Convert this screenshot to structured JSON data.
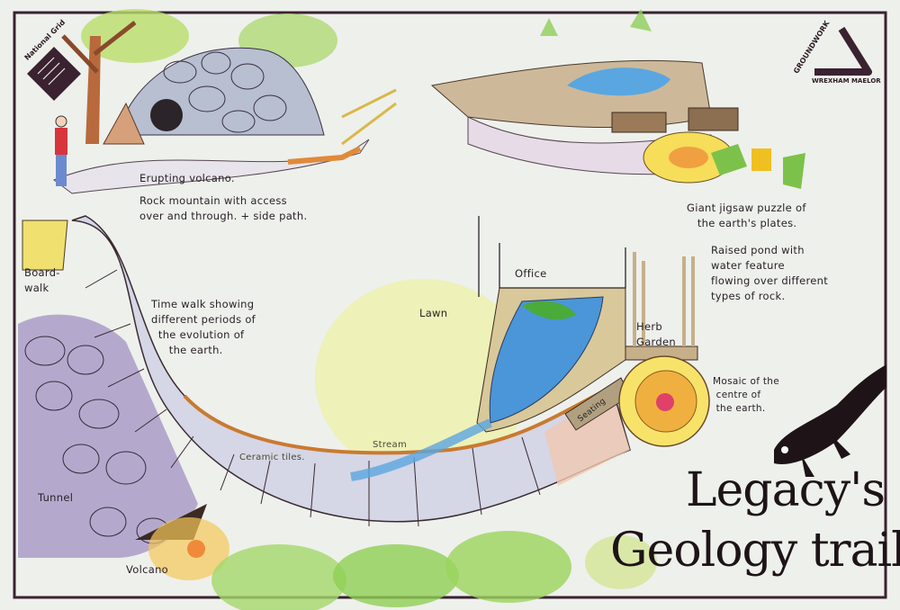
{
  "logos": {
    "national_grid": "National Grid",
    "groundwork": "GROUNDWORK",
    "groundwork_sub": "WREXHAM MAELOR"
  },
  "labels": {
    "erupting_volcano": "Erupting volcano.",
    "rock_mountain": "Rock mountain with access\nover and through. + side path.",
    "jigsaw": "Giant jigsaw puzzle of\n   the earth's plates.",
    "raised_pond": "Raised pond with\nwater feature\nflowing over different\ntypes of rock.",
    "office": "Office",
    "lawn": "Lawn",
    "herb_garden": "Herb\nGarden",
    "boardwalk": "Board-\nwalk",
    "time_walk": "Time walk showing\ndifferent periods of\n  the evolution of\n     the earth.",
    "mosaic": "Mosaic of the\n centre of\n the earth.",
    "seating": "Seating",
    "stream": "Stream",
    "ceramic_tiles": "Ceramic tiles.",
    "tunnel": "Tunnel",
    "volcano": "Volcano"
  },
  "title": {
    "line1": "Legacy's",
    "line2": "Geology trail"
  }
}
